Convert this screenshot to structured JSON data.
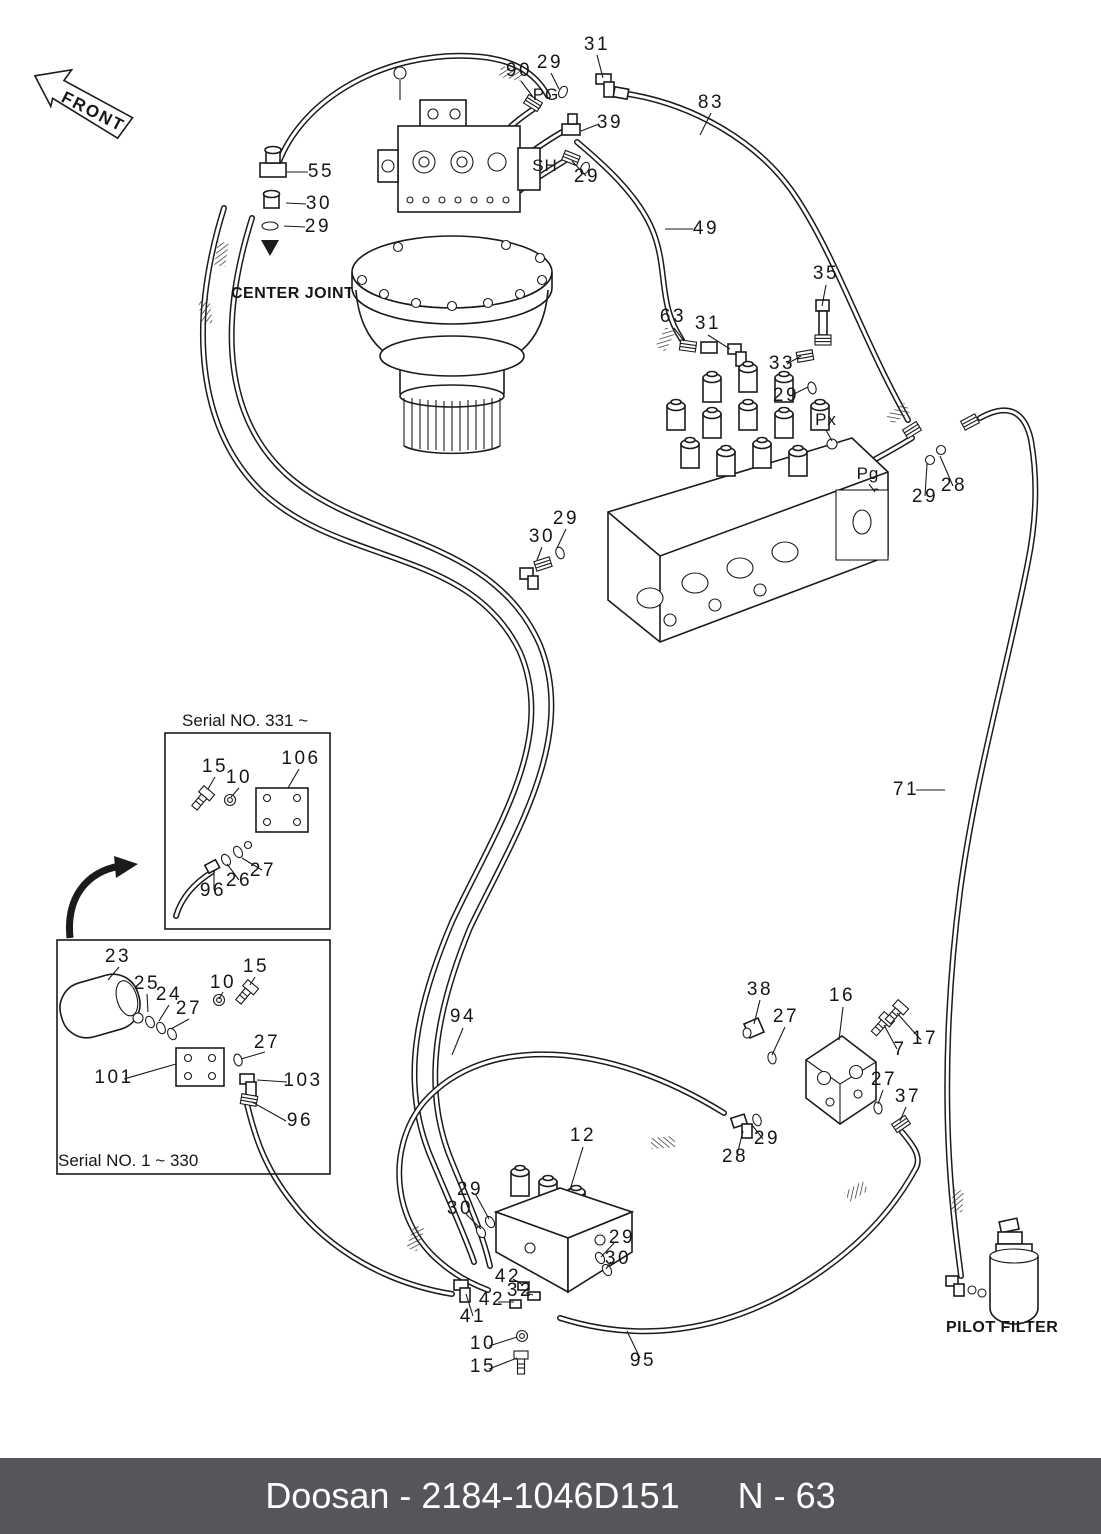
{
  "front_label": "FRONT",
  "area_labels": {
    "center_joint": "CENTER JOINT",
    "pilot_filter": "PILOT FILTER",
    "serial_331": "Serial NO. 331 ~",
    "serial_1_330": "Serial NO. 1 ~ 330",
    "port_pg_top": "PG",
    "port_sh": "SH",
    "port_px": "Px",
    "port_pg_mcv": "Pg"
  },
  "callouts": [
    "31",
    "29",
    "90",
    "39",
    "29",
    "83",
    "49",
    "55",
    "30",
    "29",
    "35",
    "63",
    "31",
    "33",
    "29",
    "29",
    "28",
    "29",
    "30",
    "71",
    "15",
    "10",
    "106",
    "96",
    "26",
    "27",
    "23",
    "25",
    "24",
    "27",
    "10",
    "15",
    "101",
    "27",
    "103",
    "96",
    "94",
    "38",
    "27",
    "16",
    "7",
    "17",
    "27",
    "37",
    "29",
    "28",
    "12",
    "29",
    "30",
    "29",
    "30",
    "42",
    "32",
    "42",
    "41",
    "10",
    "15",
    "95"
  ],
  "footer": {
    "doc_ref": "Doosan - 2184-1046D151",
    "page_no": "N - 63",
    "bg_color": "#54565a",
    "text_color": "#ffffff"
  }
}
